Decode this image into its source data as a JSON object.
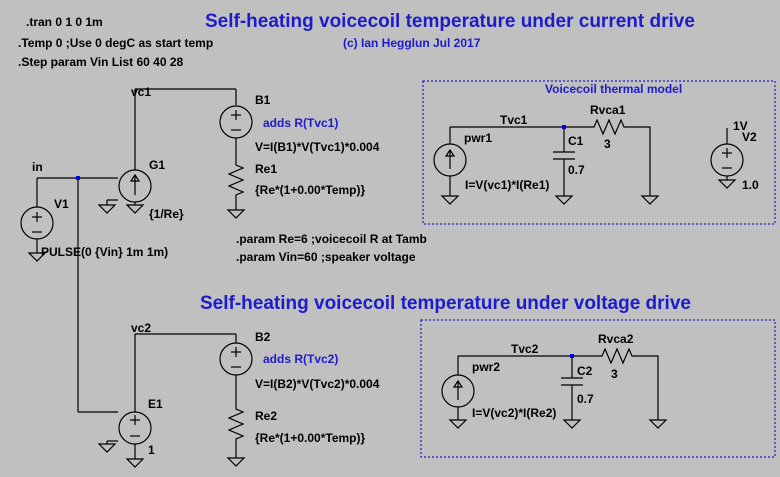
{
  "directives": {
    "tran": ".tran 0 1 0 1m",
    "temp": ".Temp 0 ;Use 0 degC as start temp",
    "step": ".Step param Vin List 60 40 28",
    "param_re": ".param Re=6 ;voicecoil R at Tamb",
    "param_vin": ".param Vin=60 ;speaker voltage"
  },
  "titles": {
    "current_drive": "Self-heating voicecoil temperature under current drive",
    "credit": "(c) Ian Hegglun Jul 2017",
    "voltage_drive": "Self-heating voicecoil temperature under voltage drive",
    "thermal_model": "Voicecoil thermal model"
  },
  "nets": {
    "vc1": "vc1",
    "vc2": "vc2",
    "in": "in",
    "tvc1": "Tvc1",
    "tvc2": "Tvc2",
    "v1v": "1V"
  },
  "components": {
    "V1": {
      "name": "V1",
      "value": "PULSE(0 {Vin} 1m 1m)"
    },
    "G1": {
      "name": "G1",
      "value": "{1/Re}"
    },
    "B1": {
      "name": "B1",
      "note": "adds R(Tvc1)",
      "value": "V=I(B1)*V(Tvc1)*0.004"
    },
    "Re1": {
      "name": "Re1",
      "value": "{Re*(1+0.00*Temp)}"
    },
    "E1": {
      "name": "E1",
      "value": "1"
    },
    "B2": {
      "name": "B2",
      "note": "adds R(Tvc2)",
      "value": "V=I(B2)*V(Tvc2)*0.004"
    },
    "Re2": {
      "name": "Re2",
      "value": "{Re*(1+0.00*Temp)}"
    },
    "pwr1": {
      "name": "pwr1",
      "value": "I=V(vc1)*I(Re1)"
    },
    "C1": {
      "name": "C1",
      "value": "0.7"
    },
    "Rvca1": {
      "name": "Rvca1",
      "value": "3"
    },
    "V2": {
      "name": "V2",
      "value": "1.0"
    },
    "pwr2": {
      "name": "pwr2",
      "value": "I=V(vc2)*I(Re2)"
    },
    "C2": {
      "name": "C2",
      "value": "0.7"
    },
    "Rvca2": {
      "name": "Rvca2",
      "value": "3"
    }
  },
  "colors": {
    "background": "#c0c0c0",
    "annotation_blue": "#1c1ccd",
    "wire": "#000000",
    "box_border": "#1c1ccd"
  }
}
